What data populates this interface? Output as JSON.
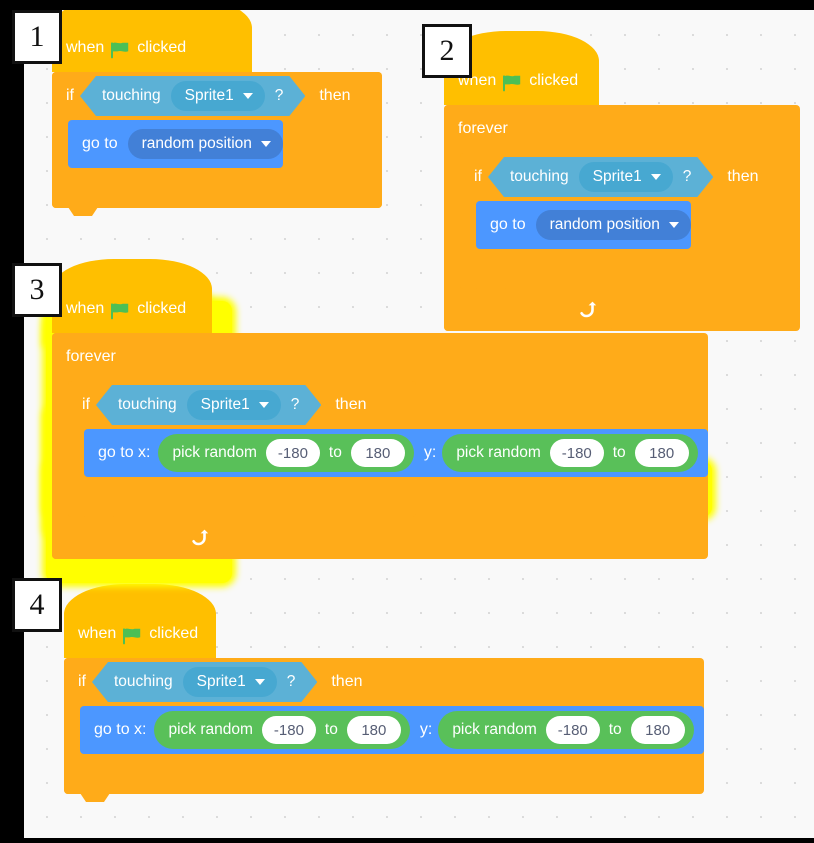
{
  "workspace": {
    "background_color": "#F9F9F9",
    "grid_dot_color": "#D9D9D9",
    "letterbox_color": "#000000"
  },
  "palette": {
    "events_yellow": "#FFBF00",
    "control_orange": "#FFAB19",
    "motion_blue": "#4C97FF",
    "motion_blue_dark": "#4280D7",
    "sensing_blue": "#5CB1D6",
    "sensing_blue_dark": "#47A8D1",
    "operators_green": "#59C059",
    "input_white": "#FFFFFF",
    "input_text": "#575E75",
    "glow_yellow": "#FFFF00"
  },
  "common": {
    "when_label": "when",
    "clicked_label": "clicked",
    "flag_icon": "green-flag-icon",
    "loop_icon": "loop-arrow-icon",
    "if_label": "if",
    "then_label": "then",
    "forever_label": "forever",
    "touching_label": "touching",
    "question_label": "?",
    "sprite_option": "Sprite1",
    "goto_label": "go to",
    "random_position_option": "random position",
    "goto_x_label": "go to x:",
    "y_label": "y:",
    "pick_random_label": "pick random",
    "to_label": "to",
    "min_value": "-180",
    "max_value": "180",
    "caret_icon": "chevron-down-icon"
  },
  "scripts": [
    {
      "number": "1",
      "highlighted": false,
      "blocks": [
        "when green flag clicked",
        "if touching Sprite1 ? then",
        "go to random position"
      ]
    },
    {
      "number": "2",
      "highlighted": false,
      "blocks": [
        "when green flag clicked",
        "forever",
        "if touching Sprite1 ? then",
        "go to random position"
      ]
    },
    {
      "number": "3",
      "highlighted": true,
      "blocks": [
        "when green flag clicked",
        "forever",
        "if touching Sprite1 ? then",
        "go to x: pick random -180 to 180 y: pick random -180 to 180"
      ]
    },
    {
      "number": "4",
      "highlighted": false,
      "blocks": [
        "when green flag clicked",
        "if touching Sprite1 ? then",
        "go to x: pick random -180 to 180 y: pick random -180 to 180"
      ]
    }
  ]
}
